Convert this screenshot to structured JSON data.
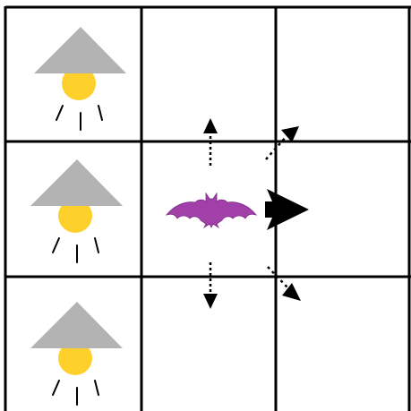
{
  "diagram": {
    "grid": {
      "rows": 3,
      "cols": 3
    },
    "lamps": [
      {
        "row": 0,
        "col": 0,
        "icon": "lamp-icon"
      },
      {
        "row": 1,
        "col": 0,
        "icon": "lamp-icon"
      },
      {
        "row": 2,
        "col": 0,
        "icon": "lamp-icon"
      }
    ],
    "bat": {
      "row": 1,
      "col": 1,
      "icon": "bat-icon"
    },
    "arrows": [
      {
        "name": "move-right-arrow",
        "direction": "right",
        "style": "solid"
      },
      {
        "name": "move-up-arrow",
        "direction": "up",
        "style": "dotted"
      },
      {
        "name": "move-down-arrow",
        "direction": "down",
        "style": "dotted"
      },
      {
        "name": "move-up-right-arrow",
        "direction": "up-right",
        "style": "dotted"
      },
      {
        "name": "move-down-right-arrow",
        "direction": "down-right",
        "style": "dotted"
      }
    ],
    "colors": {
      "grid_line": "#000000",
      "lamp_shade": "#b3b3b3",
      "lamp_bulb": "#fdd02c",
      "bat": "#a040a8",
      "arrow": "#000000"
    }
  }
}
